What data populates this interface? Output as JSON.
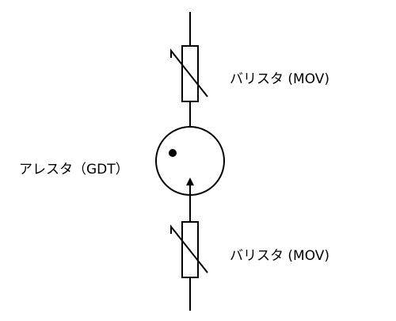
{
  "labels": {
    "varistor_top": "バリスタ (MOV)",
    "arrester": "アレスタ（GDT）",
    "varistor_bottom": "バリスタ (MOV)"
  },
  "colors": {
    "stroke": "#000000",
    "background": "#ffffff"
  }
}
